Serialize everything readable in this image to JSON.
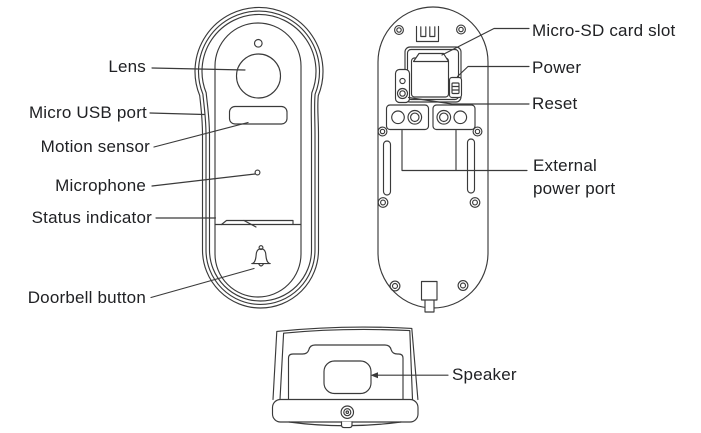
{
  "colors": {
    "line": "#3a3a3a",
    "text": "#202124",
    "background": "#ffffff"
  },
  "labels": {
    "lens": "Lens",
    "micro_usb_port": "Micro USB port",
    "motion_sensor": "Motion sensor",
    "microphone": "Microphone",
    "status_indicator": "Status indicator",
    "doorbell_button": "Doorbell button",
    "micro_sd_card_slot": "Micro-SD card slot",
    "power": "Power",
    "reset": "Reset",
    "external_power_port_line1": "External",
    "external_power_port_line2": "power port",
    "speaker": "Speaker"
  },
  "icons": {
    "doorbell_button_glyph": "bell-icon"
  }
}
